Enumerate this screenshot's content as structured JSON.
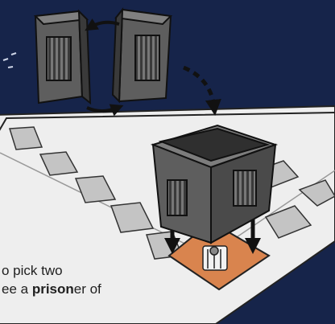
{
  "illustration": {
    "colors": {
      "background": "#16244a",
      "board": "#eeeeee",
      "board_outline": "#222222",
      "space": "#c8c8c8",
      "highlight_space": "#d9844e",
      "cage": "#5e5e5e",
      "cage_dark": "#3a3a3a",
      "arrow": "#111111"
    },
    "icons": [
      "cage-half-left",
      "cage-half-right",
      "assembled-cage",
      "prisoner-figure"
    ]
  },
  "caption": {
    "line1": "o pick two",
    "line2_prefix": "ee a ",
    "line2_bold": "prison",
    "line2_suffix": "er of"
  }
}
